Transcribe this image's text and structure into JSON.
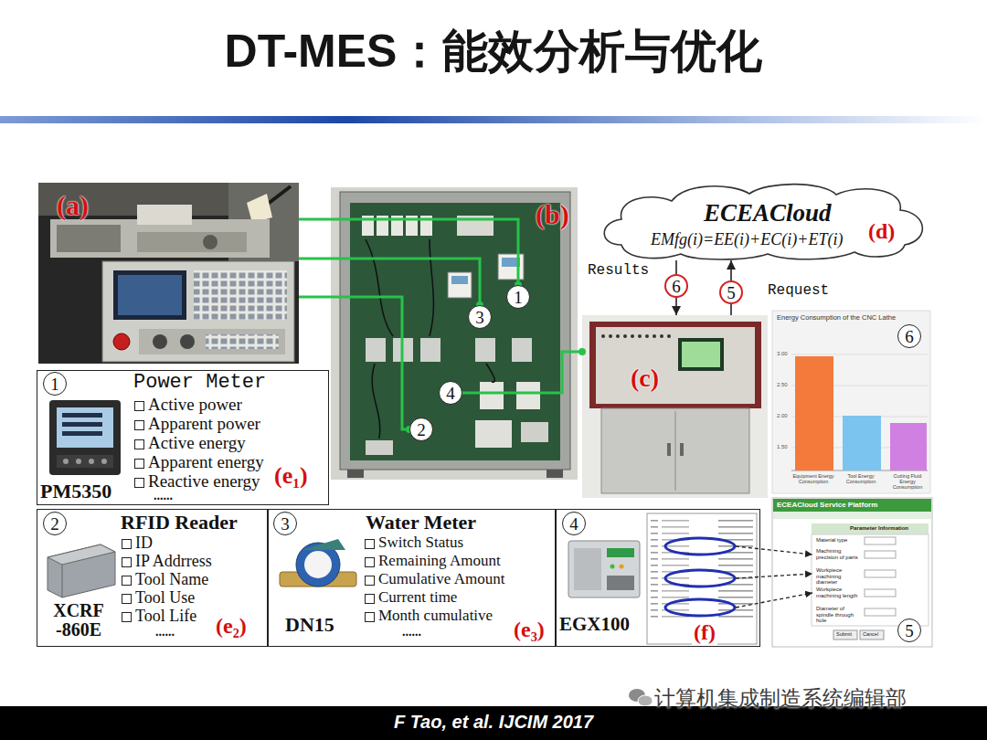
{
  "diagram": {
    "title": "DT-MES：能效分析与优化",
    "caption": "F Tao, et al. IJCIM 2017",
    "nodes": [
      {
        "text": [
          "(a)"
        ]
      },
      {
        "text": [
          "(b)"
        ]
      },
      {
        "text": [
          "1"
        ],
        "in": 1
      },
      {
        "text": [
          "3"
        ],
        "in": 1
      },
      {
        "text": [
          "4"
        ],
        "in": 1
      },
      {
        "text": [
          "2"
        ],
        "in": 1
      },
      {
        "text": [
          "ECEACloud",
          "EMfg(i)=EE(i)+EC(i)+ET(i)",
          "(d)"
        ]
      },
      {
        "text": [
          "6"
        ]
      },
      {
        "text": [
          "5"
        ]
      },
      {
        "text": [
          "(c)"
        ]
      },
      {
        "text": [
          "Energy Consumption of the CNC Lathe",
          "3.00",
          "2.50",
          "2.00",
          "1.50",
          "Equipment Energy Consumption",
          "Tool Energy Consumption",
          "Cutting Fluid Energy Consumption"
        ]
      },
      {
        "text": [
          "6"
        ],
        "in": 10
      },
      {
        "text": [
          "ECEACloud Service Platform",
          "Parameter Information",
          "Material type",
          "Machining precision of parts",
          "Workpiece machining diameter",
          "Workpiece machining length",
          "Diameter of spindle through hole",
          "Submit",
          "Cancel"
        ]
      },
      {
        "text": [
          "5"
        ],
        "in": 12
      },
      {
        "text": [
          "PM5350",
          "Power Meter",
          "Active power",
          "Apparent power",
          "Active energy",
          "Apparent energy",
          "Reactive energy",
          "......",
          "(e₁)"
        ]
      },
      {
        "text": [
          "1"
        ],
        "in": 14
      },
      {
        "text": [
          "XCRF -860E",
          "RFID Reader",
          "ID",
          "IP Addrress",
          "Tool Name",
          "Tool Use",
          "Tool Life",
          "......",
          "(e₂)"
        ]
      },
      {
        "text": [
          "2"
        ],
        "in": 16
      },
      {
        "text": [
          "DN15",
          "Water Meter",
          "Switch Status",
          "Remaining Amount",
          "Cumulative Amount",
          "Current time",
          "Month cumulative",
          "......",
          "(e₃)"
        ]
      },
      {
        "text": [
          "3"
        ],
        "in": 18
      },
      {
        "text": [
          "EGX100",
          "(f)"
        ]
      },
      {
        "text": [
          "4"
        ],
        "in": 20
      }
    ],
    "edges": [
      {
        "from": 0,
        "to": 2,
        "arrow": "none"
      },
      {
        "from": 0,
        "to": 3,
        "arrow": "none"
      },
      {
        "from": 0,
        "to": 5,
        "arrow": "none"
      },
      {
        "from": 4,
        "to": 9,
        "arrow": "none"
      },
      {
        "from": 9,
        "to": 8,
        "arrow": "none"
      },
      {
        "from": 8,
        "to": 6,
        "arrow": "to"
      },
      {
        "from": 6,
        "to": 7,
        "arrow": "none"
      },
      {
        "from": 7,
        "to": 9,
        "arrow": "to"
      }
    ],
    "labels": [
      "Results",
      "Request",
      "计算机集成制造系统编辑部"
    ]
  }
}
